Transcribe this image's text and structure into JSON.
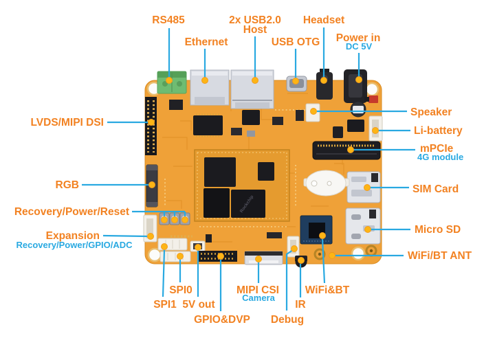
{
  "colors": {
    "label_orange": "#F28222",
    "sublabel_blue": "#29A9E1",
    "callout_line_blue": "#29A9E1",
    "callout_dot_fill": "#FDB515",
    "board_orange": "#EFA138",
    "background": "#FFFFFF"
  },
  "board": {
    "chip_label": "Rockchip"
  },
  "callouts": {
    "rs485": {
      "label": "RS485"
    },
    "ethernet": {
      "label": "Ethernet"
    },
    "usb_host": {
      "label": "2x USB2.0",
      "label2": "Host"
    },
    "usb_otg": {
      "label": "USB OTG"
    },
    "headset": {
      "label": "Headset"
    },
    "power_in": {
      "label": "Power in",
      "sublabel": "DC 5V"
    },
    "speaker": {
      "label": "Speaker"
    },
    "li_battery": {
      "label": "Li-battery"
    },
    "mpcie": {
      "label": "mPCIe",
      "sublabel": "4G module"
    },
    "sim_card": {
      "label": "SIM Card"
    },
    "micro_sd": {
      "label": "Micro SD"
    },
    "wifi_bt_ant": {
      "label": "WiFi/BT ANT"
    },
    "lvds": {
      "label": "LVDS/MIPI DSI"
    },
    "rgb": {
      "label": "RGB"
    },
    "recovery_power_reset": {
      "label": "Recovery/Power/Reset"
    },
    "expansion": {
      "label": "Expansion",
      "sublabel": "Recovery/Power/GPIO/ADC"
    },
    "spi0": {
      "label": "SPI0"
    },
    "spi1": {
      "label": "SPI1"
    },
    "v5_out": {
      "label": "5V out"
    },
    "gpio_dvp": {
      "label": "GPIO&DVP"
    },
    "mipi_csi": {
      "label": "MIPI CSI",
      "sublabel": "Camera"
    },
    "wifi_bt": {
      "label": "WiFi&BT"
    },
    "ir": {
      "label": "IR"
    },
    "debug": {
      "label": "Debug"
    }
  }
}
